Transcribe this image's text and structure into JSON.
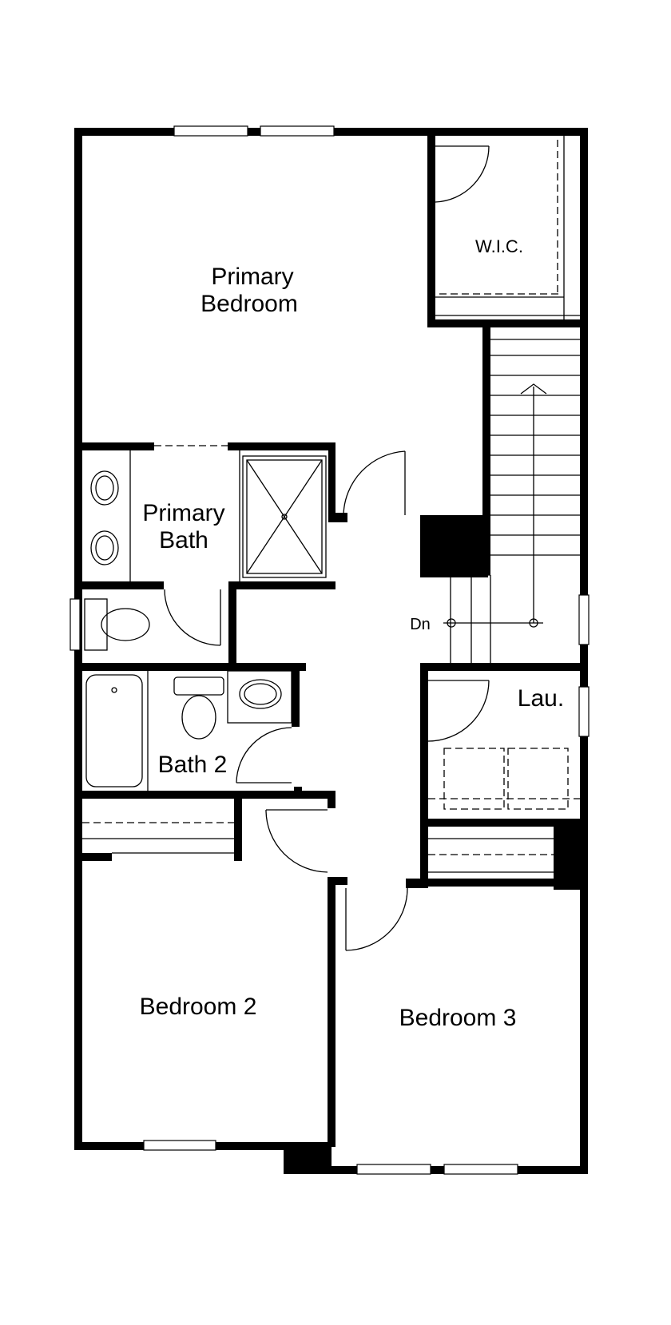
{
  "plan": {
    "rooms": {
      "primary_bedroom": [
        "Primary",
        "Bedroom"
      ],
      "wic": "W.I.C.",
      "primary_bath": [
        "Primary",
        "Bath"
      ],
      "bath2": "Bath 2",
      "laundry": "Lau.",
      "bedroom2": "Bedroom 2",
      "bedroom3": "Bedroom 3"
    },
    "stairs_label": "Dn",
    "colors": {
      "wall": "#000000",
      "background": "#ffffff"
    }
  }
}
